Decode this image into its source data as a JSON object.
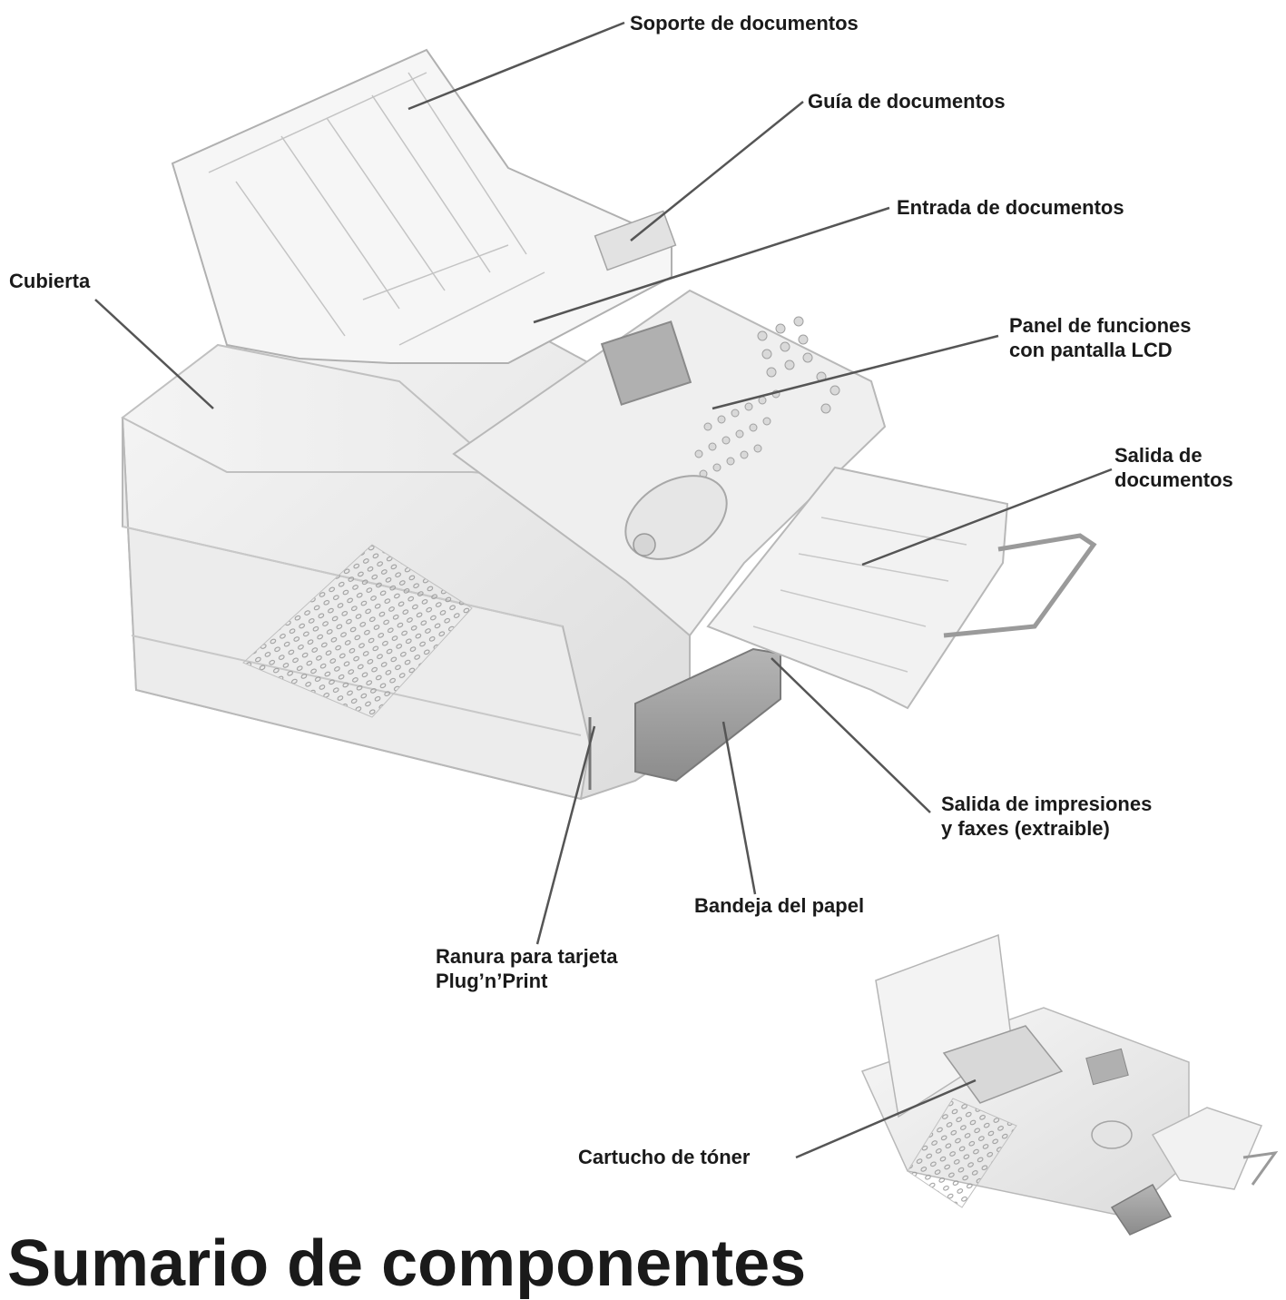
{
  "labels": {
    "soporte": "Soporte de documentos",
    "guia": "Guía de documentos",
    "entrada": "Entrada de documentos",
    "cubierta": "Cubierta",
    "panel_1": "Panel de funciones",
    "panel_2": "con pantalla LCD",
    "salida_doc_1": "Salida de",
    "salida_doc_2": "documentos",
    "salida_imp_1": "Salida de impresiones",
    "salida_imp_2": "y faxes (extraible)",
    "bandeja": "Bandeja del papel",
    "ranura_1": "Ranura para tarjeta",
    "ranura_2": "Plug’n’Print",
    "cartucho": "Cartucho de tóner"
  },
  "heading": "Sumario de componentes",
  "colors": {
    "line": "#555555",
    "body": "#eeeeee",
    "outline": "#b8b8b8",
    "tray": "#9a9a9a"
  }
}
